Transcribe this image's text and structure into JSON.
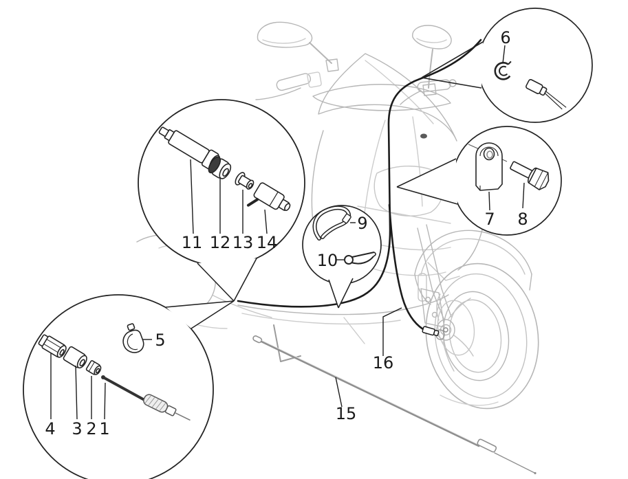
{
  "figure": {
    "kind": "exploded-parts-diagram",
    "subject": "scooter-transmission-cables",
    "background": "#ffffff",
    "colors": {
      "body_line": "#b6b6b6",
      "body_line_light": "#cccccc",
      "highlight_line": "#1c1c1c",
      "balloon_stroke": "#242424",
      "label_color": "#1a1a1a"
    }
  },
  "labels": {
    "p1": "1",
    "p2": "2",
    "p3": "3",
    "p4": "4",
    "p5": "5",
    "p6": "6",
    "p7": "7",
    "p8": "8",
    "p9": "9",
    "p10": "10",
    "p11": "11",
    "p12": "12",
    "p13": "13",
    "p14": "14",
    "p15": "15",
    "p16": "16"
  },
  "detail_views": [
    {
      "id": "upper-cable-end",
      "parts": [
        "6"
      ]
    },
    {
      "id": "bracket-and-bolt",
      "parts": [
        "7",
        "8"
      ]
    },
    {
      "id": "cable-guides",
      "parts": [
        "9",
        "10"
      ]
    },
    {
      "id": "adjuster-assembly",
      "parts": [
        "11",
        "12",
        "13",
        "14"
      ]
    },
    {
      "id": "lower-cable-end",
      "parts": [
        "1",
        "2",
        "3",
        "4",
        "5"
      ]
    }
  ],
  "loose_parts": [
    {
      "id": "long-transmission-cable",
      "label": "15"
    },
    {
      "id": "routed-cable",
      "label": "16"
    }
  ]
}
